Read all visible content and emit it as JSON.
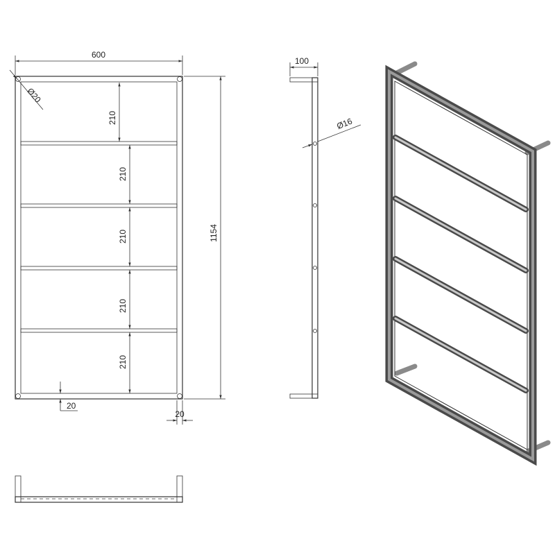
{
  "dimensions": {
    "total_width": "600",
    "tube_diameter": "Ø20",
    "bar_spacing": [
      "210",
      "210",
      "210",
      "210",
      "210"
    ],
    "total_height": "1154",
    "bottom_offset": "20",
    "side_offset": "20",
    "wall_depth": "100",
    "bar_diameter": "Ø16"
  },
  "colors": {
    "line": "#333333",
    "metal_dark": "#4a4a4a",
    "metal_light": "#9a9a9a",
    "metal_highlight": "#c8c8c8"
  }
}
